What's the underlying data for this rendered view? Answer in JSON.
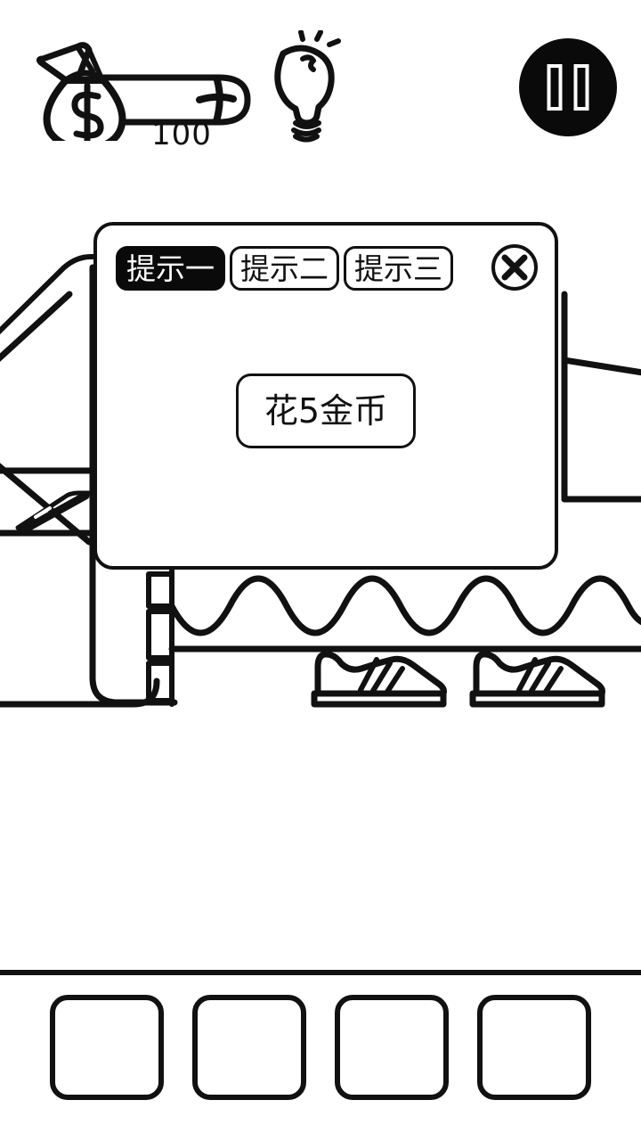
{
  "hud": {
    "coin_icon": "money-bag-icon",
    "coin_count": "100",
    "coin_add_icon": "plus-icon",
    "hint_icon": "lightbulb-icon",
    "pause_icon": "pause-icon"
  },
  "dialog": {
    "tabs": [
      {
        "label": "提示一",
        "active": true
      },
      {
        "label": "提示二",
        "active": false
      },
      {
        "label": "提示三",
        "active": false
      }
    ],
    "close_icon": "close-circle-icon",
    "cost_button_label": "花5金币"
  },
  "scene": {
    "items": [
      "shoe-cabinet-icon",
      "cabinet-door-icon",
      "cabinet-hinge-icon",
      "scalloped-trim-icon",
      "sneaker-icon",
      "sneaker-icon"
    ]
  },
  "tray": {
    "slots": [
      {
        "label": ""
      },
      {
        "label": ""
      },
      {
        "label": ""
      },
      {
        "label": ""
      }
    ]
  },
  "colors": {
    "ink": "#111111",
    "paper": "#ffffff",
    "accent": "#0a0a0a"
  }
}
